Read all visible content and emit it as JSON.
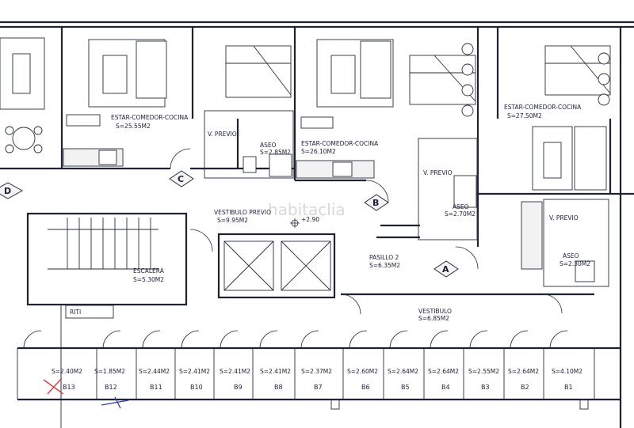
{
  "watermark": "habitaclia",
  "rooms": [
    {
      "id": "estar-1",
      "name": "ESTAR-COMEDOR-COCINA",
      "area": "S=25.55M2"
    },
    {
      "id": "aseo-1",
      "name": "ASEO",
      "area": "S=2.85M2"
    },
    {
      "id": "vprevio-1",
      "name": "V. PREVIO"
    },
    {
      "id": "estar-2",
      "name": "ESTAR-COMEDOR-COCINA",
      "area": "S=26.10M2"
    },
    {
      "id": "estar-3",
      "name": "ESTAR-COMEDOR-COCINA",
      "area": "S=27.50M2"
    },
    {
      "id": "vprevio-2",
      "name": "V. PREVIO"
    },
    {
      "id": "aseo-2",
      "name": "ASEO",
      "area": "S=2.70M2"
    },
    {
      "id": "vprevio-3",
      "name": "V. PREVIO"
    },
    {
      "id": "aseo-3",
      "name": "ASEO",
      "area": "S=2.30M2"
    },
    {
      "id": "vestibulo-previo",
      "name": "VESTIBULO PREVIO",
      "area": "S=9.95M2"
    },
    {
      "id": "escalera",
      "name": "ESCALERA",
      "area": "S=5.30M2"
    },
    {
      "id": "pasillo",
      "name": "PASILLO 2",
      "area": "S=6.35M2"
    },
    {
      "id": "vestibulo",
      "name": "VESTIBULO",
      "area": "S=6.85M2"
    }
  ],
  "level_mark": "+2.90",
  "riti": "RITI",
  "units": [
    "D",
    "C",
    "B",
    "A"
  ],
  "storage": [
    {
      "code": "B13",
      "area": "S=2.40M2"
    },
    {
      "code": "B12",
      "area": "S=1.85M2"
    },
    {
      "code": "B11",
      "area": "S=2.44M2"
    },
    {
      "code": "B10",
      "area": "S=2.41M2"
    },
    {
      "code": "B9",
      "area": "S=2.41M2"
    },
    {
      "code": "B8",
      "area": "S=2.41M2"
    },
    {
      "code": "B7",
      "area": "S=2.37M2"
    },
    {
      "code": "B6",
      "area": "S=2.60M2"
    },
    {
      "code": "B5",
      "area": "S=2.64M2"
    },
    {
      "code": "B4",
      "area": "S=2.64M2"
    },
    {
      "code": "B3",
      "area": "S=2.55M2"
    },
    {
      "code": "B2",
      "area": "S=2.64M2"
    },
    {
      "code": "B1",
      "area": "S=4.10M2"
    }
  ]
}
